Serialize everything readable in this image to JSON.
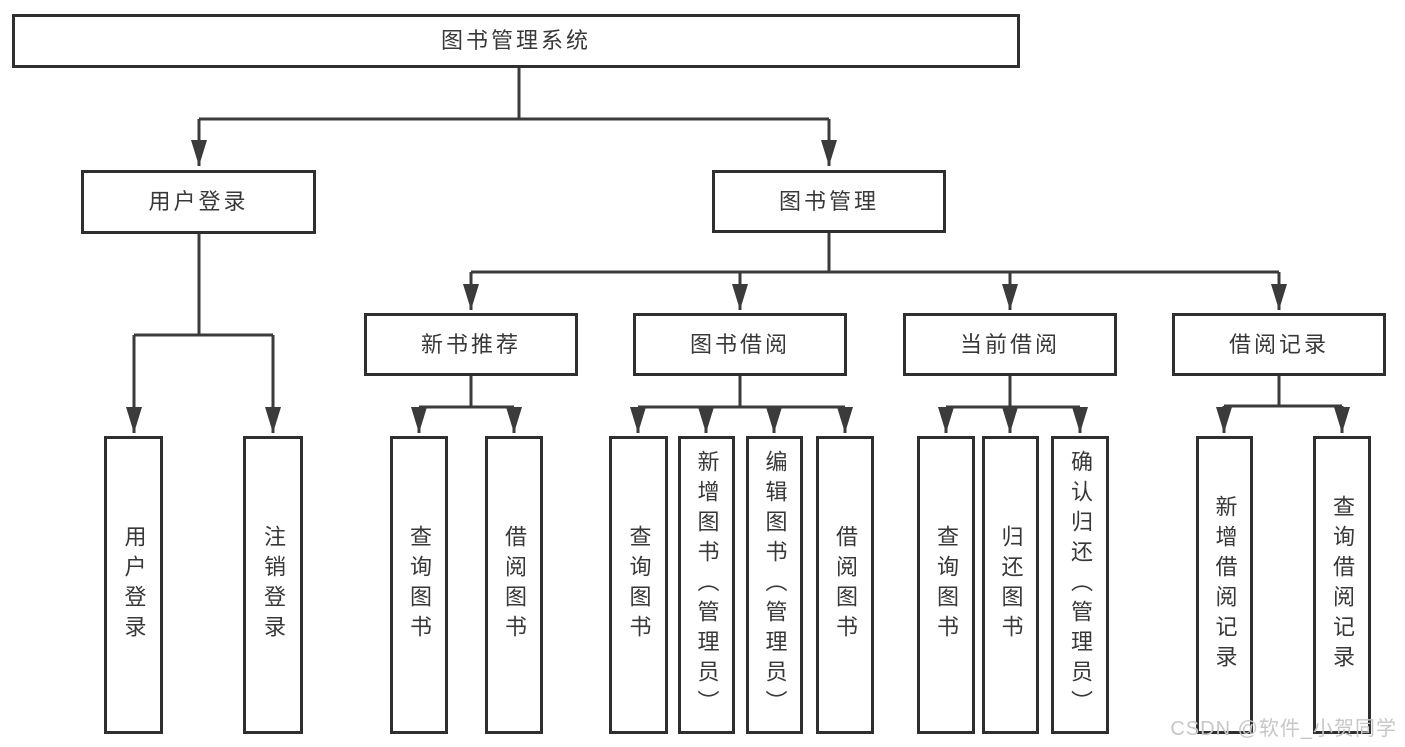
{
  "diagram": {
    "root": {
      "label": "图书管理系统"
    },
    "branches": {
      "user_login": {
        "label": "用户登录",
        "leaves": {
          "login": "用户登录",
          "logout": "注销登录"
        }
      },
      "book_mgmt": {
        "label": "图书管理",
        "sections": {
          "new_book": {
            "label": "新书推荐",
            "leaves": {
              "query": "查询图书",
              "borrow": "借阅图书"
            }
          },
          "book_borrow": {
            "label": "图书借阅",
            "leaves": {
              "query": "查询图书",
              "add": "新增图书（管理员）",
              "edit": "编辑图书（管理员）",
              "borrow": "借阅图书"
            }
          },
          "current_borrow": {
            "label": "当前借阅",
            "leaves": {
              "query": "查询图书",
              "return_book": "归还图书",
              "confirm_return": "确认归还（管理员）"
            }
          },
          "borrow_records": {
            "label": "借阅记录",
            "leaves": {
              "add_record": "新增借阅记录",
              "query_record": "查询借阅记录"
            }
          }
        }
      }
    }
  },
  "watermark": {
    "text": "CSDN @软件_小贺同学"
  },
  "colors": {
    "line": "#3b3b3b",
    "box_border": "#2f2f2f",
    "text": "#383838",
    "watermark": "#c7c7c7",
    "background": "#ffffff"
  }
}
